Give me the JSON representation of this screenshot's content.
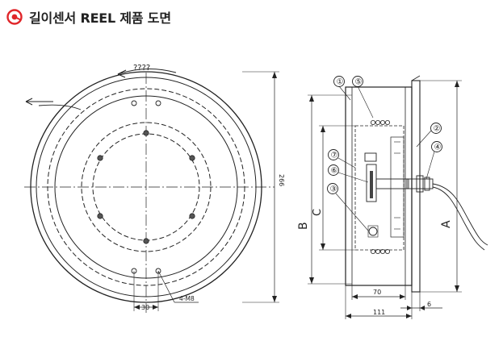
{
  "header": {
    "title": "길이센서 REEL 제품 도면",
    "icon": "reel-bullet-icon",
    "accent_color": "#e0262a"
  },
  "front_view": {
    "rotation_label": "????",
    "dim_diameter": "266",
    "dim_spacing": "30",
    "hole_label": "4-M8"
  },
  "side_view": {
    "balloons": [
      "①",
      "②",
      "③",
      "④",
      "⑤",
      "⑥",
      "⑦"
    ],
    "dim_letters": {
      "A": "A",
      "B": "B",
      "C": "C"
    },
    "dim_70": "70",
    "dim_111": "111",
    "dim_6": "6"
  }
}
